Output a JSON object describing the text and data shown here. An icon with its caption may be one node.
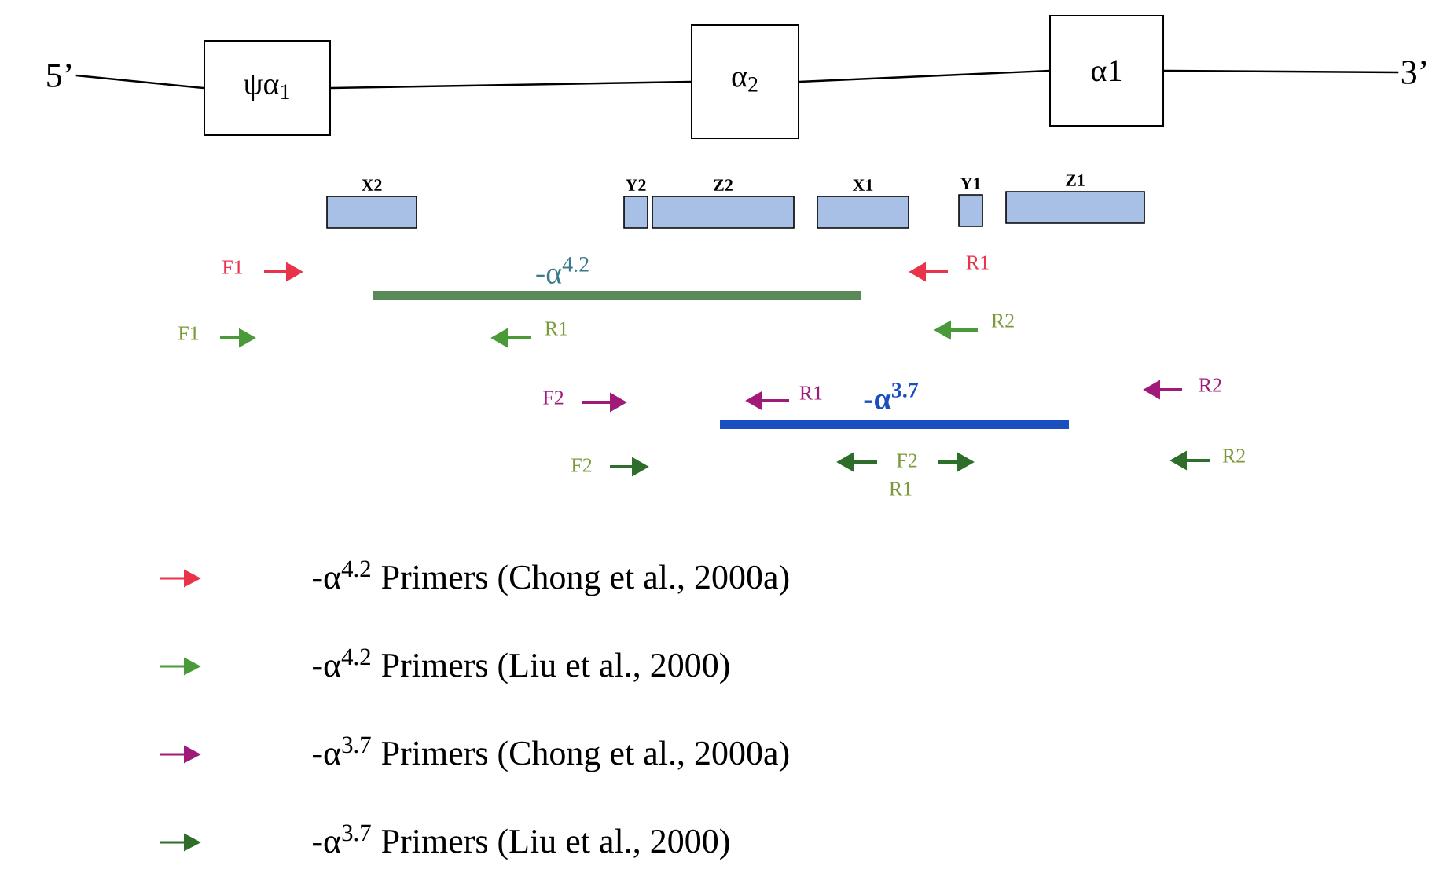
{
  "diagram": {
    "nodes": [
      {
        "text": [
          "5’"
        ]
      },
      {
        "text": [
          "ψα$_{1}$"
        ]
      },
      {
        "text": [
          "α$_{2}$"
        ]
      },
      {
        "text": [
          "α1"
        ]
      },
      {
        "text": [
          "3’"
        ]
      },
      {
        "text": [
          "X2"
        ]
      },
      {
        "text": [
          "Y2"
        ]
      },
      {
        "text": [
          "Z2"
        ]
      },
      {
        "text": [
          "X1"
        ]
      },
      {
        "text": [
          "Y1"
        ]
      },
      {
        "text": [
          "Z1"
        ]
      }
    ],
    "edges": [
      {
        "from": 0,
        "to": 1,
        "arrow": "none"
      },
      {
        "from": 1,
        "to": 2,
        "arrow": "none"
      },
      {
        "from": 2,
        "to": 3,
        "arrow": "none"
      },
      {
        "from": 3,
        "to": 4,
        "arrow": "none"
      }
    ],
    "labels": [
      "F1",
      "-α$^{4.2}$",
      "R1",
      "F1",
      "R1",
      "R2",
      "F2",
      "R1",
      "-α$^{3.7}$",
      "R2",
      "F2",
      "F2",
      "R1",
      "R2"
    ],
    "legend": [
      {
        "text": "-α$^{4.2}$ Primers (Chong et al., 2000a)"
      },
      {
        "text": "-α$^{4.2}$ Primers (Liu et al., 2000)"
      },
      {
        "text": "-α$^{3.7}$ Primers (Chong et al., 2000a)"
      },
      {
        "text": "-α$^{3.7}$ Primers (Liu et al., 2000)"
      }
    ]
  }
}
